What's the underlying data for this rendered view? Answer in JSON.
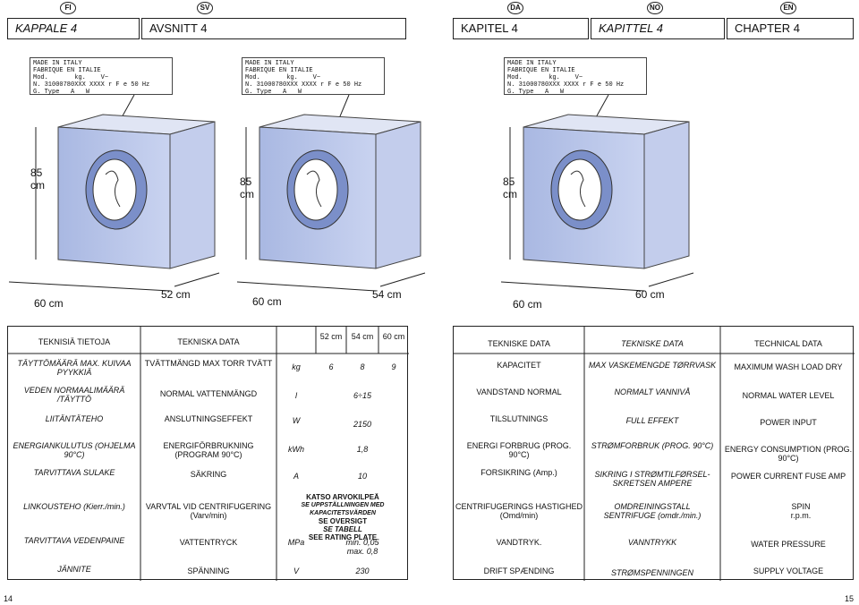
{
  "languages": {
    "fi": "FI",
    "sv": "SV",
    "da": "DA",
    "no": "NO",
    "en": "EN"
  },
  "chapters": {
    "fi": "KAPPALE 4",
    "sv": "AVSNITT 4",
    "da": "KAPITEL 4",
    "no": "KAPITTEL 4",
    "en": "CHAPTER 4"
  },
  "plate": {
    "line1": "MADE IN ITALY",
    "line2": "FABRIQUE EN ITALIE",
    "mod": "Mod.",
    "kg": "kg.",
    "v": "V~",
    "n": "N. 31000780XXX XXXX",
    "fe": "r F e",
    "hz": "50 Hz",
    "g": "G.",
    "type": "Type",
    "a": "A",
    "w": "W"
  },
  "dims": {
    "height": "85 cm",
    "width": "60 cm",
    "depth52": "52 cm",
    "depth54": "54 cm"
  },
  "table_left": {
    "h_fi": "TEKNISIÄ TIETOJA",
    "h_sv": "TEKNISKA DATA",
    "h_52": "52 cm",
    "h_54": "54 cm",
    "h_60": "60 cm",
    "r1_fi": "TÄYTTÖMÄÄRÄ MAX. KUIVAA PYYKKIÄ",
    "r1_sv": "TVÄTTMÄNGD MAX TORR TVÄTT",
    "r1_u": "kg",
    "r1_52": "6",
    "r1_54": "8",
    "r1_60": "9",
    "r2_fi": "VEDEN NORMAALIMÄÄRÄ /TÄYTTÖ",
    "r2_sv": "NORMAL VATTENMÄNGD",
    "r2_u": "l",
    "r2_v": "6÷15",
    "r3_fi": "LIITÄNTÄTEHO",
    "r3_sv": "ANSLUTNINGSEFFEKT",
    "r3_u": "W",
    "r3_v": "2150",
    "r4_fi": "ENERGIANKULUTUS (OHJELMA 90°C)",
    "r4_sv": "ENERGIFÖRBRUKNING (PROGRAM 90°C)",
    "r4_u": "kWh",
    "r4_v": "1,8",
    "r5_fi": "TARVITTAVA SULAKE",
    "r5_sv": "SÄKRING",
    "r5_u": "A",
    "r5_v": "10",
    "r6_fi": "LINKOUSTEHO (Kierr./min.)",
    "r6_sv": "VARVTAL VID CENTRIFUGERING (Varv/min)",
    "r6_v1": "KATSO ARVOKILPEÄ",
    "r6_v2": "SE UPPSTÄLLNINGEN MED KAPACITETSVÄRDEN",
    "r6_v3": "SE OVERSIGT",
    "r6_v4": "SE TABELL",
    "r6_v5": "SEE RATING PLATE",
    "r7_fi": "TARVITTAVA VEDENPAINE",
    "r7_sv": "VATTENTRYCK",
    "r7_u": "MPa",
    "r7_v1": "min. 0,05",
    "r7_v2": "max. 0,8",
    "r8_fi": "JÄNNITE",
    "r8_sv": "SPÄNNING",
    "r8_u": "V",
    "r8_v": "230"
  },
  "table_right": {
    "h_da": "TEKNISKE DATA",
    "h_no": "TEKNISKE DATA",
    "h_en": "TECHNICAL DATA",
    "r1_da": "KAPACITET",
    "r1_no": "MAX VASKEMENGDE TØRRVASK",
    "r1_en": "MAXIMUM WASH LOAD DRY",
    "r2_da": "VANDSTAND NORMAL",
    "r2_no": "NORMALT VANNIVÅ",
    "r2_en": "NORMAL WATER LEVEL",
    "r3_da": "TILSLUTNINGS",
    "r3_no": "FULL EFFEKT",
    "r3_en": "POWER INPUT",
    "r4_da": "ENERGI FORBRUG (PROG. 90°C)",
    "r4_no": "STRØMFORBRUK (PROG. 90°C)",
    "r4_en": "ENERGY CONSUMPTION (PROG. 90°C)",
    "r5_da": "FORSIKRING (Amp.)",
    "r5_no": "SIKRING I STRØMTILFØRSEL-SKRETSEN AMPERE",
    "r5_en": "POWER CURRENT FUSE AMP",
    "r6_da": "CENTRIFUGERINGS HASTIGHED (Omd/min)",
    "r6_no": "OMDREININGSTALL SENTRIFUGE (omdr./min.)",
    "r6_en": "SPIN r.p.m.",
    "r7_da": "VANDTRYK.",
    "r7_no": "VANNTRYKK",
    "r7_en": "WATER PRESSURE",
    "r8_da": "DRIFT SPÆNDING",
    "r8_no": "STRØMSPENNINGEN",
    "r8_en": "SUPPLY VOLTAGE"
  },
  "page_numbers": {
    "left": "14",
    "right": "15"
  }
}
